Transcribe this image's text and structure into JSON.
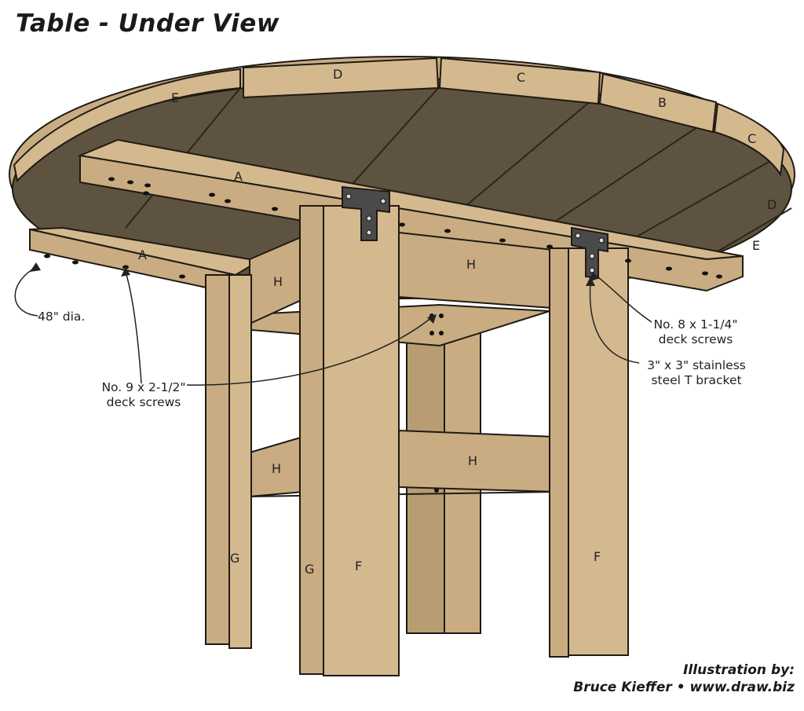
{
  "title": "Table - Under View",
  "credit": {
    "line1": "Illustration by:",
    "line2": "Bruce Kieffer • www.draw.biz"
  },
  "callouts": {
    "diameter": "48\" dia.",
    "deck_screws_large_1": "No. 9 x 2-1/2\"",
    "deck_screws_large_2": "deck screws",
    "deck_screws_small_1": "No. 8 x 1-1/4\"",
    "deck_screws_small_2": "deck screws",
    "bracket_1": "3\" x 3\" stainless",
    "bracket_2": "steel T bracket"
  },
  "parts": {
    "top_e_left": "E",
    "top_d_left": "D",
    "top_c_left": "C",
    "top_b": "B",
    "top_c_right": "C",
    "top_d_right": "D",
    "top_e_right": "E",
    "cleat_a_back": "A",
    "cleat_a_front": "A",
    "rail_h_upper_left": "H",
    "rail_h_upper_right": "H",
    "rail_h_lower_left": "H",
    "rail_h_lower_right": "H",
    "leg_g_left": "G",
    "leg_g_center": "G",
    "leg_f_center": "F",
    "leg_f_right": "F"
  },
  "colors": {
    "wood": "#c9ac82",
    "wood_dark": "#a88a60",
    "underside": "#5e5240",
    "bracket": "#4a4a4a",
    "outline": "#1f1a14"
  }
}
